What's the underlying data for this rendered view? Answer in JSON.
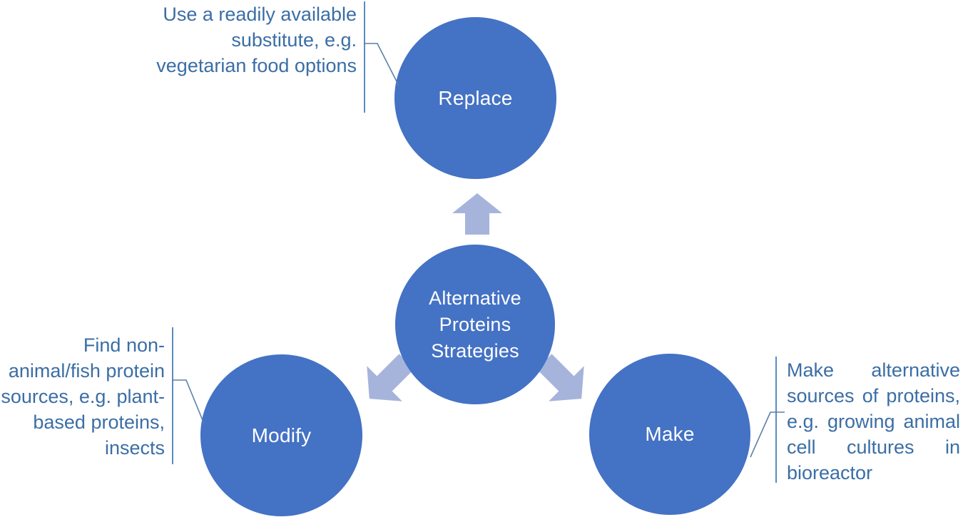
{
  "diagram": {
    "title": "Alternative Proteins Strategies",
    "colors": {
      "circle_fill": "#4472C4",
      "circle_text": "#FFFFFF",
      "arrow_fill": "#A6B4DC",
      "callout_text": "#3B6EA5",
      "leader_line": "#5B8BC0",
      "background": "#FFFFFF"
    },
    "center": {
      "label_line1": "Alternative",
      "label_line2": "Proteins",
      "label_line3": "Strategies"
    },
    "nodes": [
      {
        "id": "replace",
        "label": "Replace",
        "callout": "Use a readily available substitute, e.g. vegetarian food options",
        "position": "top"
      },
      {
        "id": "modify",
        "label": "Modify",
        "callout": "Find non-animal/fish protein sources, e.g. plant-based proteins, insects",
        "position": "bottom-left"
      },
      {
        "id": "make",
        "label": "Make",
        "callout": "Make alternative sources of proteins, e.g. growing animal cell cultures in bioreactor",
        "position": "bottom-right"
      }
    ],
    "arrows": [
      {
        "id": "arrow-up",
        "direction": "up",
        "from": "center",
        "to": "replace"
      },
      {
        "id": "arrow-left",
        "direction": "down-left",
        "from": "center",
        "to": "modify"
      },
      {
        "id": "arrow-right",
        "direction": "down-right",
        "from": "center",
        "to": "make"
      }
    ]
  }
}
